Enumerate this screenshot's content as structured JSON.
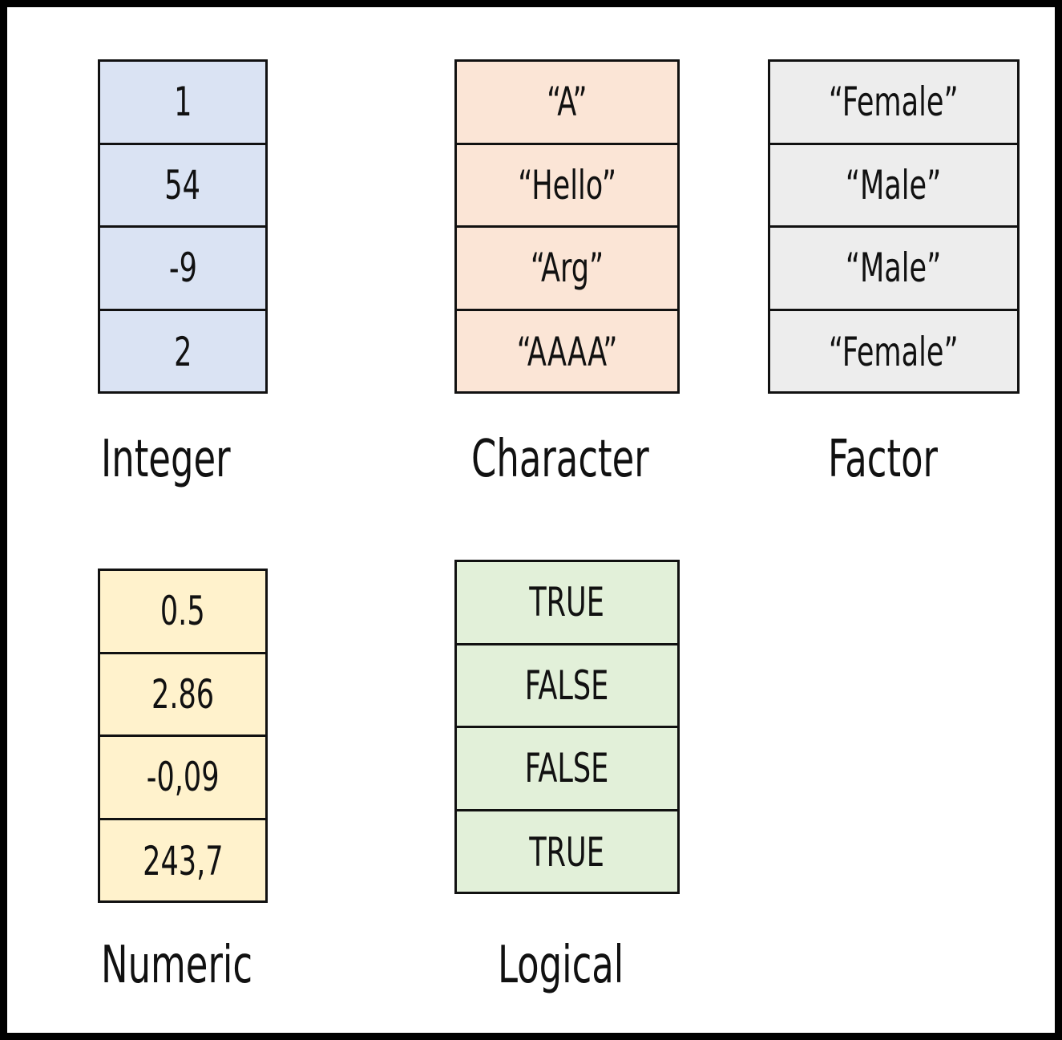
{
  "vectors": [
    {
      "id": "integer",
      "label": "Integer",
      "color": "#dae3f3",
      "values": [
        "1",
        "54",
        "-9",
        "2"
      ]
    },
    {
      "id": "character",
      "label": "Character",
      "color": "#fbe5d6",
      "values": [
        "“A”",
        "“Hello”",
        "“Arg”",
        "“AAAA”"
      ]
    },
    {
      "id": "factor",
      "label": "Factor",
      "color": "#ededed",
      "values": [
        "“Female”",
        "“Male”",
        "“Male”",
        "“Female”"
      ]
    },
    {
      "id": "numeric",
      "label": "Numeric",
      "color": "#fff2cc",
      "values": [
        "0.5",
        "2.86",
        "-0,09",
        "243,7"
      ]
    },
    {
      "id": "logical",
      "label": "Logical",
      "color": "#e2f0d9",
      "values": [
        "TRUE",
        "FALSE",
        "FALSE",
        "TRUE"
      ]
    }
  ]
}
